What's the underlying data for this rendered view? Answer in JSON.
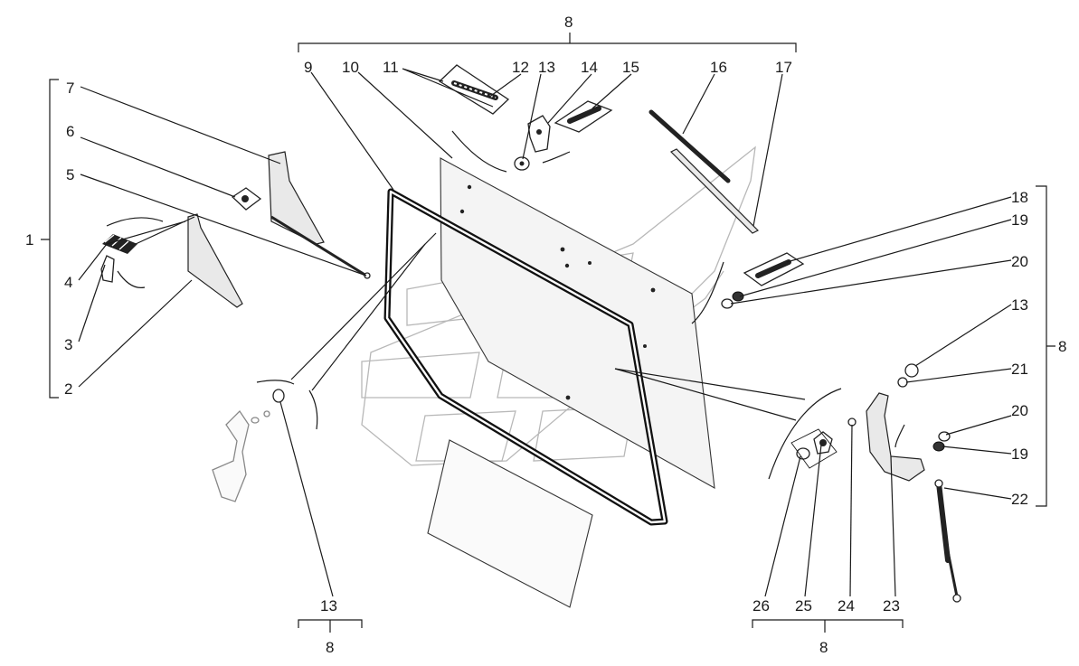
{
  "diagram": {
    "callouts": [
      {
        "id": "c1",
        "label": "1"
      },
      {
        "id": "c2",
        "label": "2"
      },
      {
        "id": "c3",
        "label": "3"
      },
      {
        "id": "c4",
        "label": "4"
      },
      {
        "id": "c5",
        "label": "5"
      },
      {
        "id": "c6",
        "label": "6"
      },
      {
        "id": "c7",
        "label": "7"
      },
      {
        "id": "c8top",
        "label": "8"
      },
      {
        "id": "c9",
        "label": "9"
      },
      {
        "id": "c10",
        "label": "10"
      },
      {
        "id": "c11",
        "label": "11"
      },
      {
        "id": "c12",
        "label": "12"
      },
      {
        "id": "c13top",
        "label": "13"
      },
      {
        "id": "c14",
        "label": "14"
      },
      {
        "id": "c15",
        "label": "15"
      },
      {
        "id": "c16",
        "label": "16"
      },
      {
        "id": "c17",
        "label": "17"
      },
      {
        "id": "c18",
        "label": "18"
      },
      {
        "id": "c19a",
        "label": "19"
      },
      {
        "id": "c20a",
        "label": "20"
      },
      {
        "id": "c13right",
        "label": "13"
      },
      {
        "id": "c8right",
        "label": "8"
      },
      {
        "id": "c21",
        "label": "21"
      },
      {
        "id": "c20b",
        "label": "20"
      },
      {
        "id": "c19b",
        "label": "19"
      },
      {
        "id": "c22",
        "label": "22"
      },
      {
        "id": "c13bottom",
        "label": "13"
      },
      {
        "id": "c8bottomleft",
        "label": "8"
      },
      {
        "id": "c26",
        "label": "26"
      },
      {
        "id": "c25",
        "label": "25"
      },
      {
        "id": "c24",
        "label": "24"
      },
      {
        "id": "c23",
        "label": "23"
      },
      {
        "id": "c8bottomright",
        "label": "8"
      }
    ]
  }
}
